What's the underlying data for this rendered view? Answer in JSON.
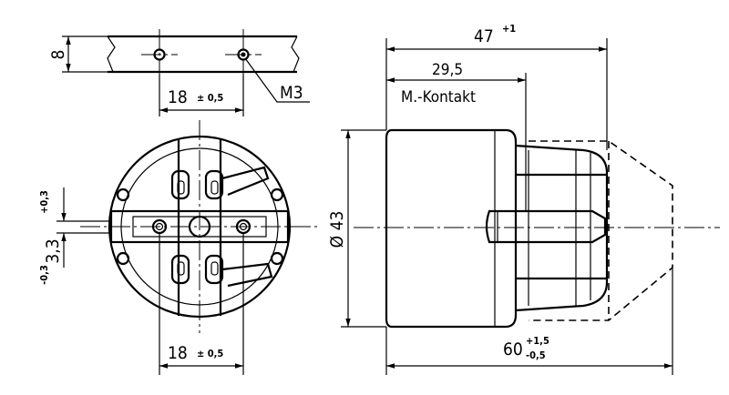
{
  "dimensions": {
    "strip_height": "8",
    "hole_spacing_top": "18",
    "hole_spacing_top_tol": "± 0,5",
    "thread_label": "M3",
    "hole_spacing_bottom": "18",
    "hole_spacing_bottom_tol": "± 0,5",
    "offset_value": "3,3",
    "offset_upper_tol": "+0,3",
    "offset_lower_tol": "-0,3",
    "diameter": "Ø 43",
    "overall_length": "47",
    "overall_length_tol": "+1",
    "contact_length": "29,5",
    "contact_label": "M.-Kontakt",
    "max_length": "60",
    "max_length_tol_upper": "+1,5",
    "max_length_tol_lower": "-0,5"
  }
}
